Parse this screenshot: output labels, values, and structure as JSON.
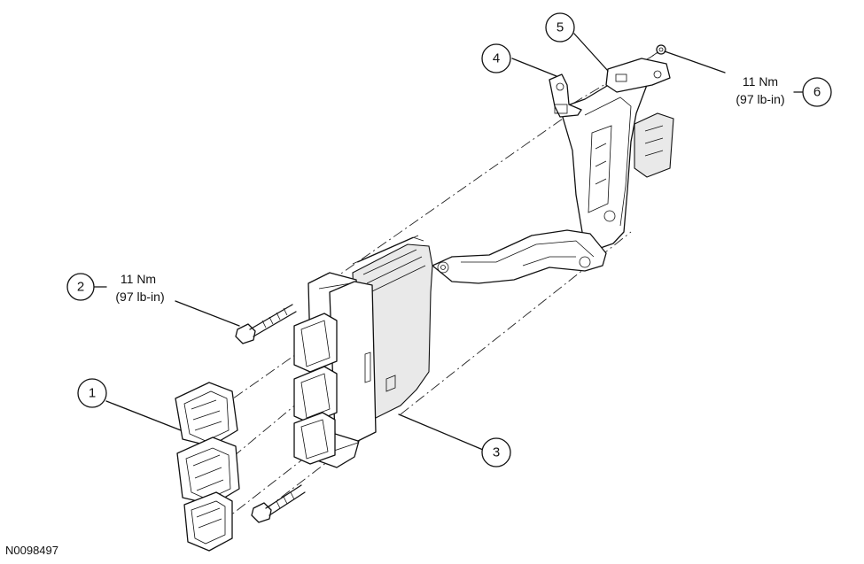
{
  "callouts": [
    {
      "id": "1"
    },
    {
      "id": "2"
    },
    {
      "id": "3"
    },
    {
      "id": "4"
    },
    {
      "id": "5"
    },
    {
      "id": "6"
    }
  ],
  "torque_lower": {
    "metric": "11 Nm",
    "imperial": "(97 lb-in)"
  },
  "torque_upper": {
    "metric": "11 Nm",
    "imperial": "(97 lb-in)"
  },
  "figure_id": "N0098497"
}
